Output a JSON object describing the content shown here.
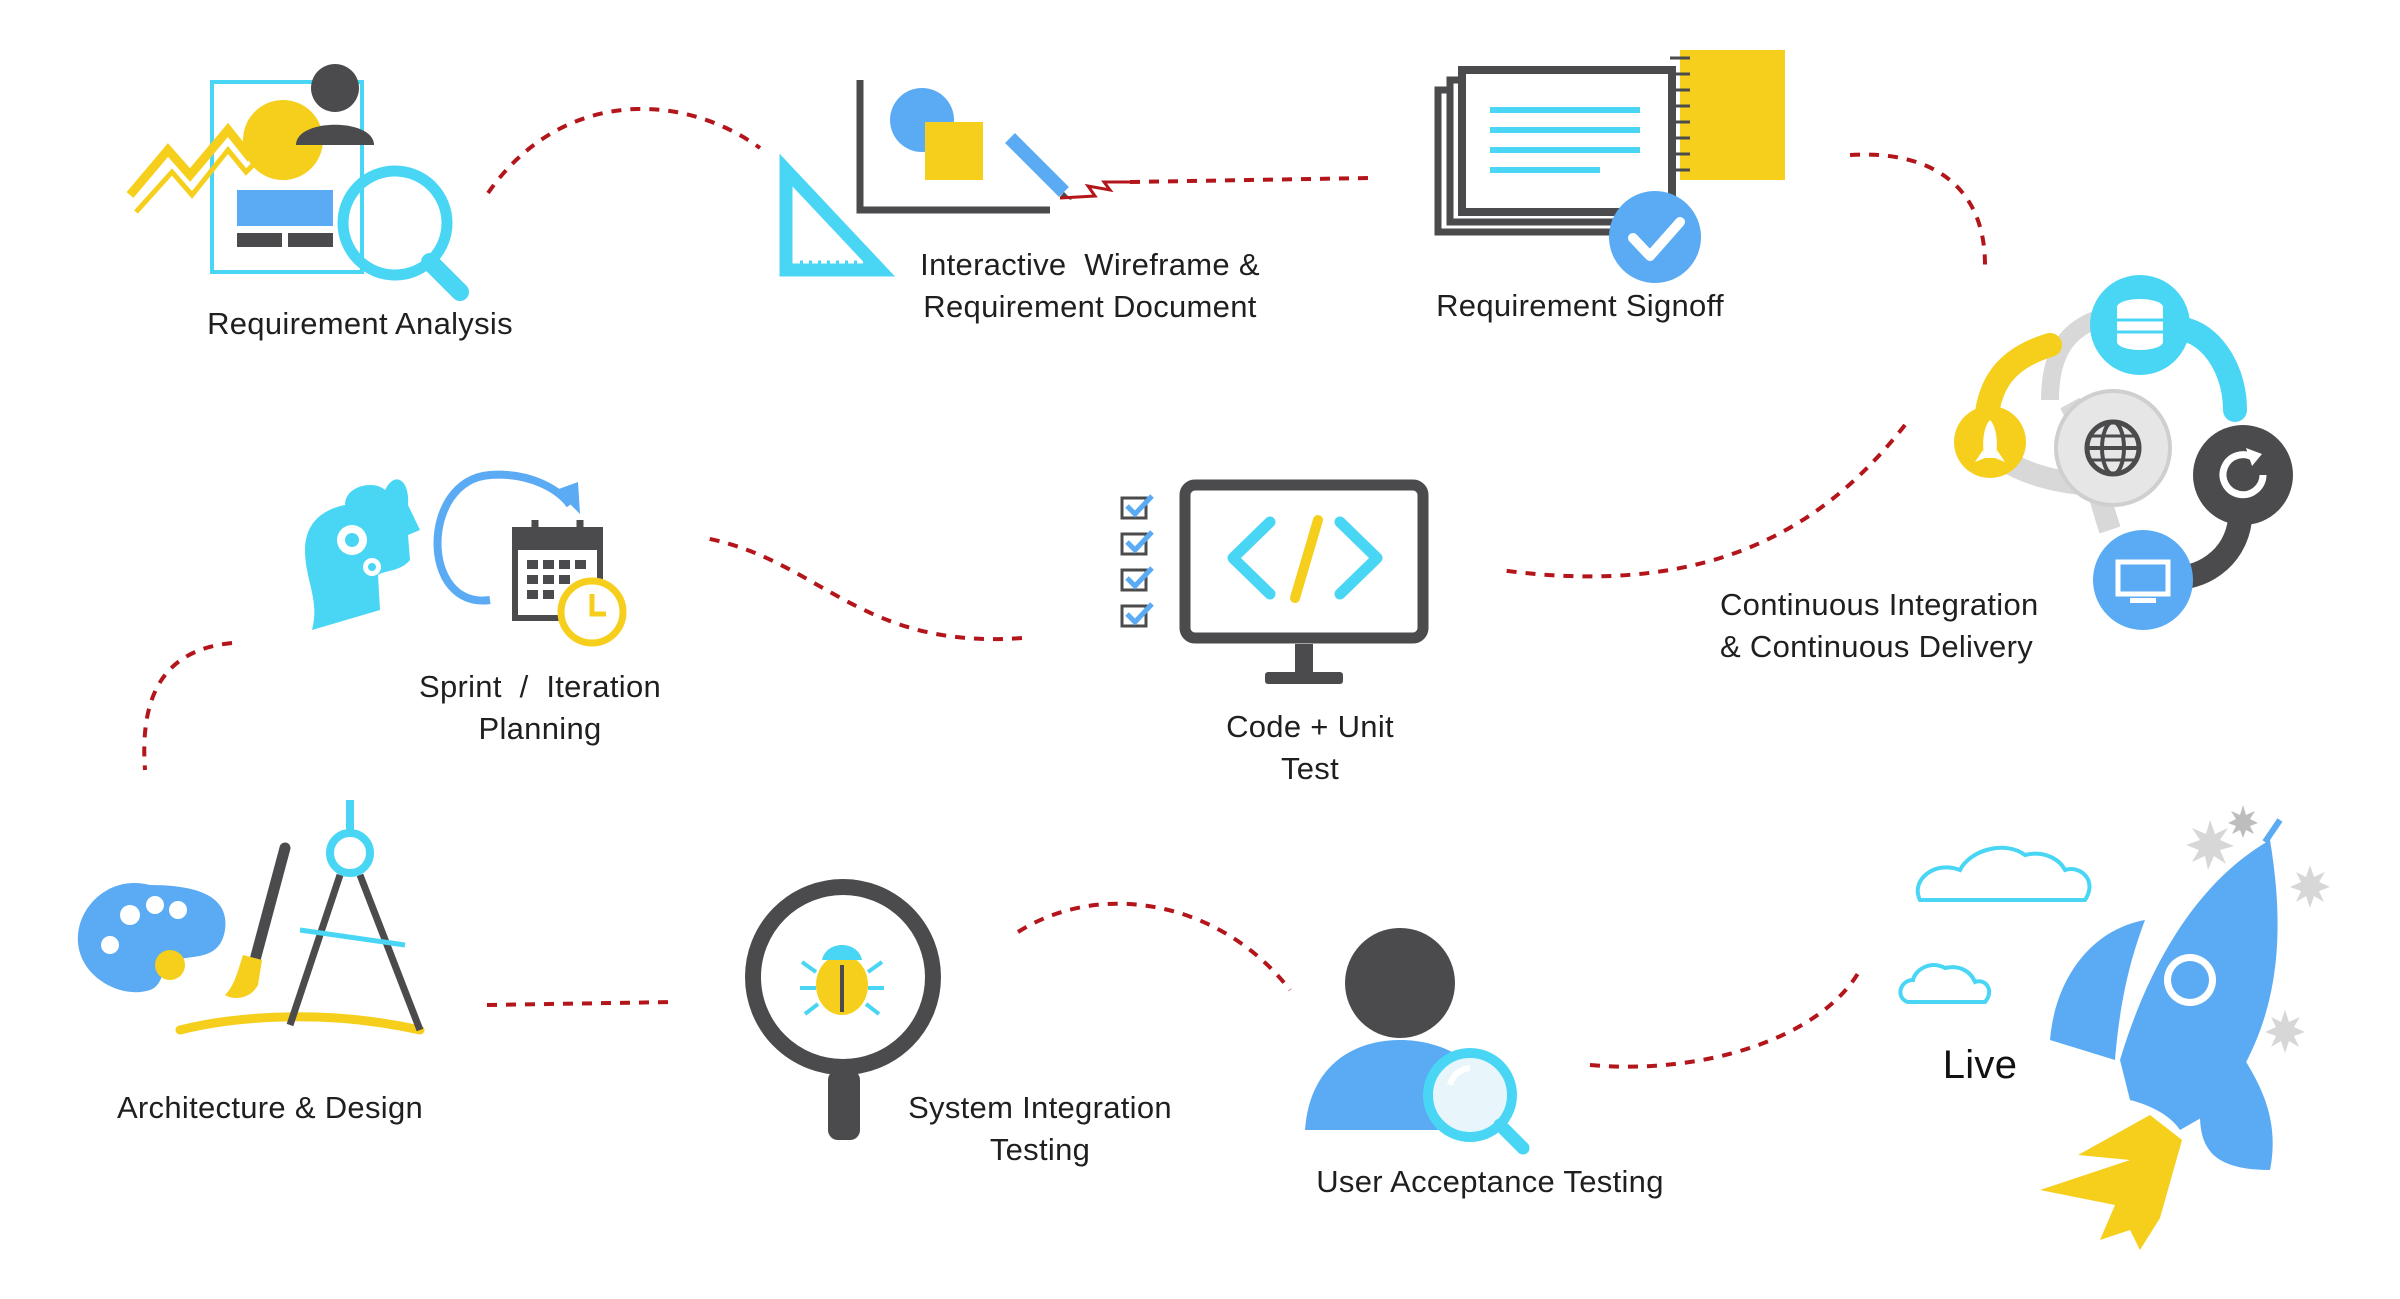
{
  "colors": {
    "blue": "#5aabf3",
    "cyan": "#49d6f5",
    "yellow": "#f5cf1c",
    "dark": "#4b4b4d",
    "gray": "#d8d8d8",
    "connector": "#b3151b"
  },
  "steps": [
    {
      "id": "requirement-analysis",
      "label": "Requirement Analysis",
      "icon": "analysis-magnifier-icon"
    },
    {
      "id": "wireframe",
      "label": "Interactive  Wireframe &\nRequirement Document",
      "icon": "wireframe-drawing-icon"
    },
    {
      "id": "signoff",
      "label": "Requirement Signoff",
      "icon": "signoff-document-check-icon"
    },
    {
      "id": "ci-cd",
      "label": "Continuous Integration\n& Continuous Delivery",
      "icon": "ci-cd-cycle-icon"
    },
    {
      "id": "code-unit-test",
      "label": "Code + Unit\nTest",
      "icon": "code-monitor-icon"
    },
    {
      "id": "sprint-planning",
      "label": "Sprint  /  Iteration\nPlanning",
      "icon": "sprint-calendar-icon"
    },
    {
      "id": "architecture-design",
      "label": "Architecture & Design",
      "icon": "design-palette-compass-icon"
    },
    {
      "id": "sit",
      "label": "System Integration\nTesting",
      "icon": "bug-magnifier-icon"
    },
    {
      "id": "uat",
      "label": "User Acceptance Testing",
      "icon": "user-search-icon"
    },
    {
      "id": "live",
      "label": "Live",
      "icon": "rocket-icon"
    }
  ]
}
